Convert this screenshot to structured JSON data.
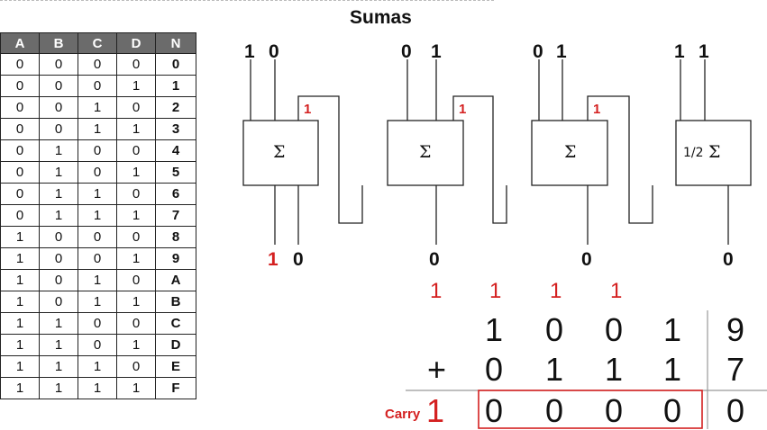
{
  "title": "Sumas",
  "table": {
    "headers": [
      "A",
      "B",
      "C",
      "D",
      "N"
    ],
    "rows": [
      [
        "0",
        "0",
        "0",
        "0",
        "0"
      ],
      [
        "0",
        "0",
        "0",
        "1",
        "1"
      ],
      [
        "0",
        "0",
        "1",
        "0",
        "2"
      ],
      [
        "0",
        "0",
        "1",
        "1",
        "3"
      ],
      [
        "0",
        "1",
        "0",
        "0",
        "4"
      ],
      [
        "0",
        "1",
        "0",
        "1",
        "5"
      ],
      [
        "0",
        "1",
        "1",
        "0",
        "6"
      ],
      [
        "0",
        "1",
        "1",
        "1",
        "7"
      ],
      [
        "1",
        "0",
        "0",
        "0",
        "8"
      ],
      [
        "1",
        "0",
        "0",
        "1",
        "9"
      ],
      [
        "1",
        "0",
        "1",
        "0",
        "A"
      ],
      [
        "1",
        "0",
        "1",
        "1",
        "B"
      ],
      [
        "1",
        "1",
        "0",
        "0",
        "C"
      ],
      [
        "1",
        "1",
        "0",
        "1",
        "D"
      ],
      [
        "1",
        "1",
        "1",
        "0",
        "E"
      ],
      [
        "1",
        "1",
        "1",
        "1",
        "F"
      ]
    ]
  },
  "circuit": {
    "sum_symbol": "Σ",
    "half_adder_label": "1/2",
    "inputs": [
      [
        "1",
        "0"
      ],
      [
        "0",
        "1"
      ],
      [
        "0",
        "1"
      ],
      [
        "1",
        "1"
      ]
    ],
    "carry_out": [
      "1",
      "1",
      "1"
    ],
    "outputs": [
      "0",
      "0",
      "0",
      "0"
    ],
    "final_carry": "1"
  },
  "addition": {
    "carries": [
      "1",
      "1",
      "1",
      "1"
    ],
    "row1": [
      "1",
      "0",
      "0",
      "1"
    ],
    "row1_decimal": "9",
    "plus": "+",
    "row2": [
      "0",
      "1",
      "1",
      "1"
    ],
    "row2_decimal": "7",
    "carry_label": "Carry",
    "carry_value": "1",
    "result": [
      "0",
      "0",
      "0",
      "0"
    ],
    "result_decimal": "0"
  },
  "colors": {
    "accent_red": "#d42020",
    "header_gray": "#6b6b6b"
  }
}
